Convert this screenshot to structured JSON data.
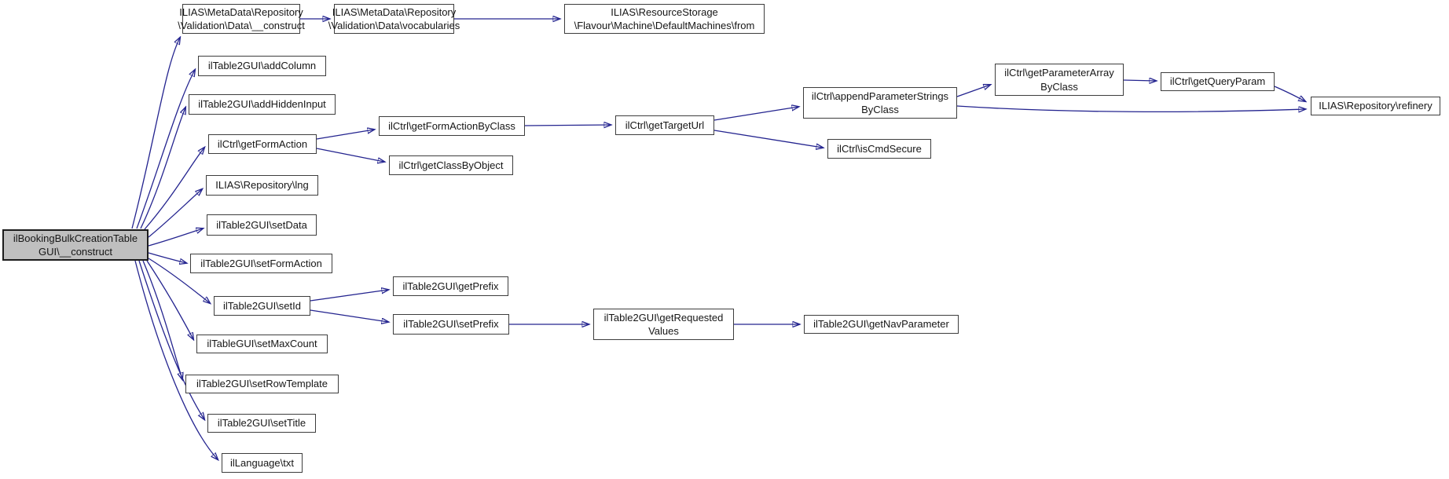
{
  "diagram": {
    "type": "call-graph",
    "edge_color": "#191970",
    "node_fill": "#ffffff",
    "node_border_color": "#3d3d3d",
    "main_node_fill": "#bfbfbf",
    "nodes": [
      {
        "id": "construct",
        "label": "ilBookingBulkCreationTable\nGUI\\__construct",
        "main": true
      },
      {
        "id": "md-data-construct",
        "label": "ILIAS\\MetaData\\Repository\n\\Validation\\Data\\__construct"
      },
      {
        "id": "md-data-vocabularies",
        "label": "ILIAS\\MetaData\\Repository\n\\Validation\\Data\\vocabularies"
      },
      {
        "id": "default-machines-from",
        "label": "ILIAS\\ResourceStorage\n\\Flavour\\Machine\\DefaultMachines\\from"
      },
      {
        "id": "add-column",
        "label": "ilTable2GUI\\addColumn"
      },
      {
        "id": "add-hidden-input",
        "label": "ilTable2GUI\\addHiddenInput"
      },
      {
        "id": "get-form-action",
        "label": "ilCtrl\\getFormAction"
      },
      {
        "id": "get-form-action-by-class",
        "label": "ilCtrl\\getFormActionByClass"
      },
      {
        "id": "get-class-by-object",
        "label": "ilCtrl\\getClassByObject"
      },
      {
        "id": "get-target-url",
        "label": "ilCtrl\\getTargetUrl"
      },
      {
        "id": "append-parameter-strings-by-class",
        "label": "ilCtrl\\appendParameterStrings\nByClass"
      },
      {
        "id": "is-cmd-secure",
        "label": "ilCtrl\\isCmdSecure"
      },
      {
        "id": "get-parameter-array-by-class",
        "label": "ilCtrl\\getParameterArray\nByClass"
      },
      {
        "id": "get-query-param",
        "label": "ilCtrl\\getQueryParam"
      },
      {
        "id": "refinery",
        "label": "ILIAS\\Repository\\refinery"
      },
      {
        "id": "lng",
        "label": "ILIAS\\Repository\\lng"
      },
      {
        "id": "set-data",
        "label": "ilTable2GUI\\setData"
      },
      {
        "id": "set-form-action",
        "label": "ilTable2GUI\\setFormAction"
      },
      {
        "id": "set-id",
        "label": "ilTable2GUI\\setId"
      },
      {
        "id": "get-prefix",
        "label": "ilTable2GUI\\getPrefix"
      },
      {
        "id": "set-prefix",
        "label": "ilTable2GUI\\setPrefix"
      },
      {
        "id": "get-requested-values",
        "label": "ilTable2GUI\\getRequested\nValues"
      },
      {
        "id": "get-nav-parameter",
        "label": "ilTable2GUI\\getNavParameter"
      },
      {
        "id": "set-max-count",
        "label": "ilTableGUI\\setMaxCount"
      },
      {
        "id": "set-row-template",
        "label": "ilTable2GUI\\setRowTemplate"
      },
      {
        "id": "set-title",
        "label": "ilTable2GUI\\setTitle"
      },
      {
        "id": "txt",
        "label": "ilLanguage\\txt"
      }
    ],
    "edges": [
      [
        "construct",
        "md-data-construct"
      ],
      [
        "construct",
        "add-column"
      ],
      [
        "construct",
        "add-hidden-input"
      ],
      [
        "construct",
        "get-form-action"
      ],
      [
        "construct",
        "lng"
      ],
      [
        "construct",
        "set-data"
      ],
      [
        "construct",
        "set-form-action"
      ],
      [
        "construct",
        "set-id"
      ],
      [
        "construct",
        "set-max-count"
      ],
      [
        "construct",
        "set-row-template"
      ],
      [
        "construct",
        "set-title"
      ],
      [
        "construct",
        "txt"
      ],
      [
        "md-data-construct",
        "md-data-vocabularies"
      ],
      [
        "md-data-vocabularies",
        "default-machines-from"
      ],
      [
        "get-form-action",
        "get-form-action-by-class"
      ],
      [
        "get-form-action",
        "get-class-by-object"
      ],
      [
        "get-form-action-by-class",
        "get-target-url"
      ],
      [
        "get-target-url",
        "append-parameter-strings-by-class"
      ],
      [
        "get-target-url",
        "is-cmd-secure"
      ],
      [
        "append-parameter-strings-by-class",
        "get-parameter-array-by-class"
      ],
      [
        "append-parameter-strings-by-class",
        "refinery"
      ],
      [
        "get-parameter-array-by-class",
        "get-query-param"
      ],
      [
        "get-query-param",
        "refinery"
      ],
      [
        "set-id",
        "get-prefix"
      ],
      [
        "set-id",
        "set-prefix"
      ],
      [
        "set-prefix",
        "get-requested-values"
      ],
      [
        "get-requested-values",
        "get-nav-parameter"
      ]
    ]
  }
}
